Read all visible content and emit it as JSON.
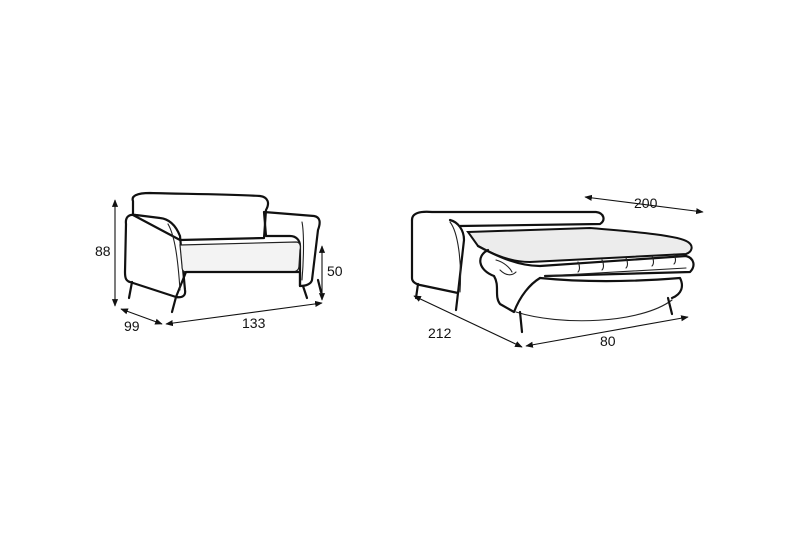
{
  "colors": {
    "line": "#111111",
    "fill": "#f3f3f3",
    "background": "#ffffff"
  },
  "sofa": {
    "height_label": "88",
    "seat_height_label": "50",
    "depth_label": "99",
    "width_label": "133"
  },
  "sofa_bed": {
    "bed_length_label": "200",
    "total_depth_label": "212",
    "bed_width_label": "80"
  }
}
